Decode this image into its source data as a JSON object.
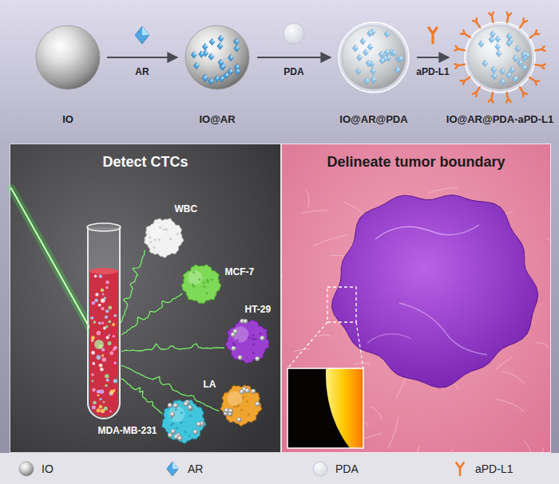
{
  "diagram": {
    "nodes": [
      {
        "text": [
          "IO"
        ]
      },
      {
        "text": [
          "IO@AR"
        ]
      },
      {
        "text": [
          "IO@AR@PDA"
        ]
      },
      {
        "text": [
          "IO@AR@PDA-aPD-L1"
        ]
      },
      {
        "text": [
          "Detect CTCs"
        ]
      },
      {
        "text": [
          "WBC"
        ],
        "in": 4
      },
      {
        "text": [
          "MCF-7"
        ],
        "in": 4
      },
      {
        "text": [
          "HT-29"
        ],
        "in": 4
      },
      {
        "text": [
          "LA"
        ],
        "in": 4
      },
      {
        "text": [
          "MDA-MB-231"
        ],
        "in": 4
      },
      {
        "text": [
          "Delineate tumor boundary"
        ]
      }
    ],
    "edges": [
      {
        "from": 0,
        "to": 1,
        "label": "AR",
        "arrow": "to"
      },
      {
        "from": 1,
        "to": 2,
        "label": "PDA",
        "arrow": "to"
      },
      {
        "from": 2,
        "to": 3,
        "label": "aPD-L1",
        "arrow": "to"
      }
    ],
    "legend": [
      {
        "text": "IO"
      },
      {
        "text": "AR"
      },
      {
        "text": "PDA"
      },
      {
        "text": "aPD-L1"
      }
    ]
  }
}
